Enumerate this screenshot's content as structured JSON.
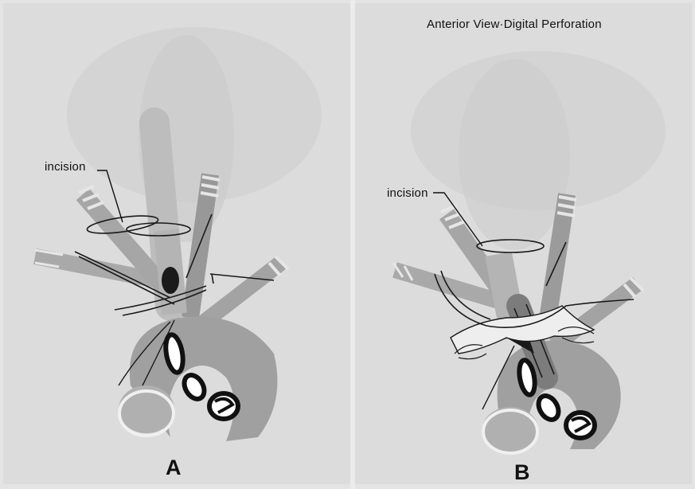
{
  "title": "Anterior View·Digital Perforation",
  "panels": [
    {
      "label": "A",
      "annotation": "incision"
    },
    {
      "label": "B",
      "annotation": "incision"
    }
  ]
}
